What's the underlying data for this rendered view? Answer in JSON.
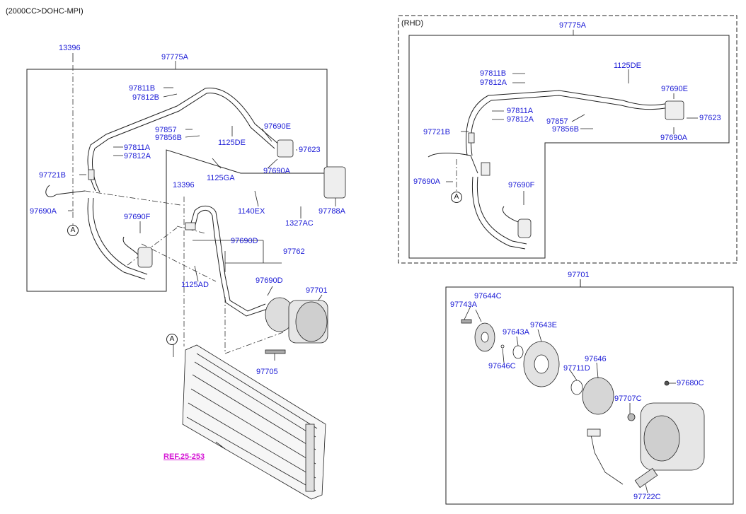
{
  "header": {
    "engine": "(2000CC>DOHC-MPI)",
    "rhd": "(RHD)"
  },
  "reference": {
    "label": "REF.25-253"
  },
  "lhd_labels": {
    "l13396_top": "13396",
    "l97775A": "97775A",
    "l97811B": "97811B",
    "l97812B": "97812B",
    "l97857": "97857",
    "l97856B": "97856B",
    "l1125DE": "1125DE",
    "l97690E": "97690E",
    "l97623": "97623",
    "l97690A_r": "97690A",
    "l97811A": "97811A",
    "l97812A": "97812A",
    "l1125GA": "1125GA",
    "l97721B": "97721B",
    "l13396_mid": "13396",
    "l1140EX": "1140EX",
    "l97788A": "97788A",
    "l97690A_l": "97690A",
    "l97690F": "97690F",
    "l1327AC": "1327AC",
    "l97690D": "97690D",
    "l97762": "97762",
    "l1125AD": "1125AD",
    "l97690D_2": "97690D",
    "l97701": "97701",
    "l97705": "97705"
  },
  "rhd_labels": {
    "r97775A": "97775A",
    "r97811B": "97811B",
    "r97812A_top": "97812A",
    "r1125DE": "1125DE",
    "r97690E": "97690E",
    "r97811A": "97811A",
    "r97812A": "97812A",
    "r97857": "97857",
    "r97623": "97623",
    "r97721B": "97721B",
    "r97856B": "97856B",
    "r97690A_r": "97690A",
    "r97690A_l": "97690A",
    "r97690F": "97690F"
  },
  "compressor_labels": {
    "c97701": "97701",
    "c97644C": "97644C",
    "c97743A": "97743A",
    "c97643E": "97643E",
    "c97643A": "97643A",
    "c97646": "97646",
    "c97646C": "97646C",
    "c97711D": "97711D",
    "c97680C": "97680C",
    "c97707C": "97707C",
    "c97722C": "97722C"
  },
  "markers": {
    "a": "A"
  }
}
